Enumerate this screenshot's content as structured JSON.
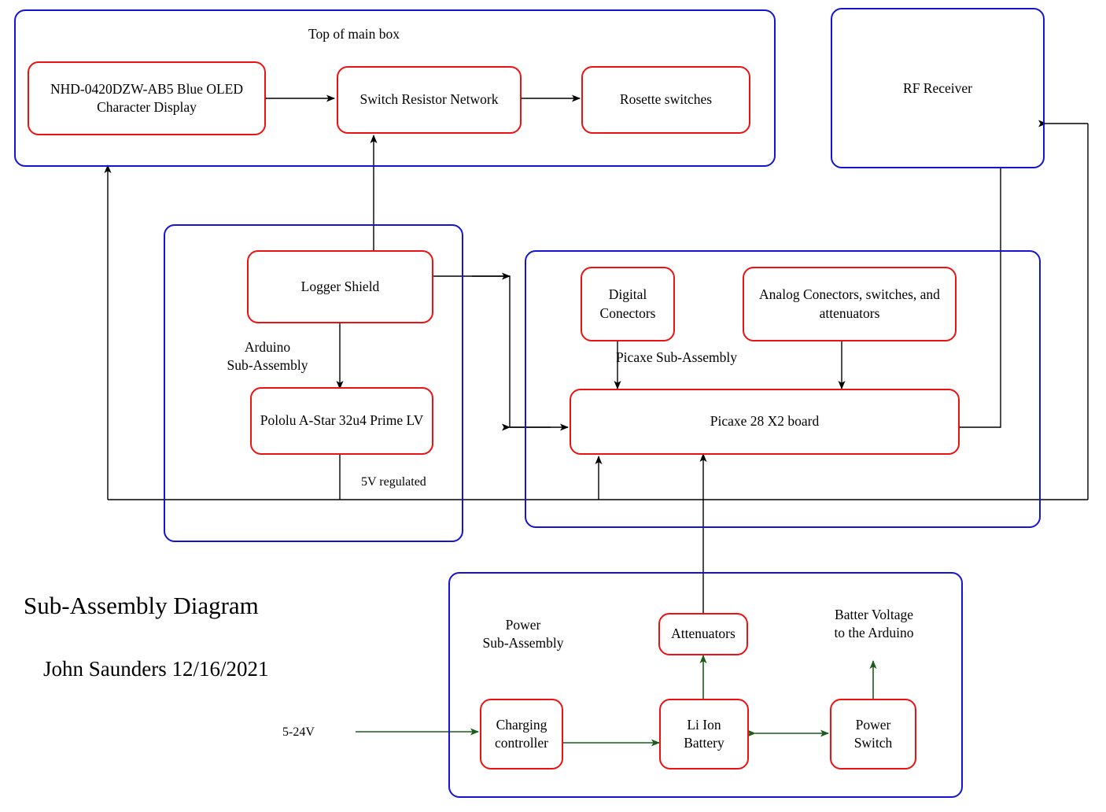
{
  "diagram": {
    "title": "Sub-Assembly Diagram",
    "author_date": "John Saunders 12/16/2021",
    "colors": {
      "group_border": "#1414d2",
      "node_border": "#ee1111",
      "wire_black": "#000000",
      "wire_green": "#1a5c1a",
      "background": "#ffffff"
    }
  },
  "groups": {
    "top_box": {
      "label": "Top of main box"
    },
    "arduino": {
      "label": "Arduino\nSub-Assembly"
    },
    "picaxe": {
      "label": "Picaxe Sub-Assembly"
    },
    "power": {
      "label": "Power\nSub-Assembly"
    },
    "rf": {
      "label": "RF Receiver"
    }
  },
  "nodes": {
    "display": {
      "label": "NHD-0420DZW-AB5\nBlue OLED Character  Display"
    },
    "switch_resistor_network": {
      "label": "Switch Resistor Network"
    },
    "rosette_switches": {
      "label": "Rosette switches"
    },
    "logger_shield": {
      "label": "Logger Shield"
    },
    "pololu": {
      "label": "Pololu A-Star 32u4\nPrime LV"
    },
    "digital_conectors": {
      "label": "Digital\nConectors"
    },
    "analog_conectors": {
      "label": "Analog Conectors,\nswitches, and attenuators"
    },
    "picaxe_board": {
      "label": "Picaxe 28 X2 board"
    },
    "attenuators": {
      "label": "Attenuators"
    },
    "charging_controller": {
      "label": "Charging\ncontroller"
    },
    "li_ion_battery": {
      "label": "Li Ion\nBattery"
    },
    "power_switch": {
      "label": "Power\nSwitch"
    }
  },
  "wire_labels": {
    "five_v_regulated": "5V regulated",
    "battery_voltage": "Batter Voltage\nto the Arduino",
    "input_voltage": "5-24V"
  }
}
